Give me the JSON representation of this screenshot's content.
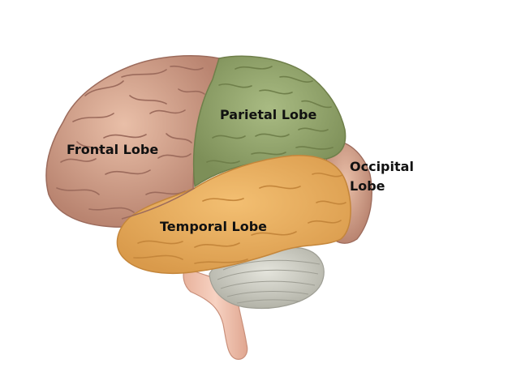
{
  "labels": {
    "frontal": "Frontal Lobe",
    "parietal": "Parietal Lobe",
    "temporal": "Temporal Lobe",
    "occipital_line1": "Occipital",
    "occipital_line2": "Lobe"
  },
  "colors": {
    "background": "#ffffff",
    "frontal": "#d9a58c",
    "frontal_dark": "#9c6b5c",
    "parietal": "#9fb07a",
    "parietal_dark": "#6f7f4a",
    "temporal": "#eab063",
    "temporal_dark": "#c4863b",
    "occipital": "#d9a58c",
    "cerebellum": "#d6d6cc",
    "cerebellum_dark": "#a8a89e",
    "brainstem": "#f2c6b4",
    "text": "#111111"
  }
}
